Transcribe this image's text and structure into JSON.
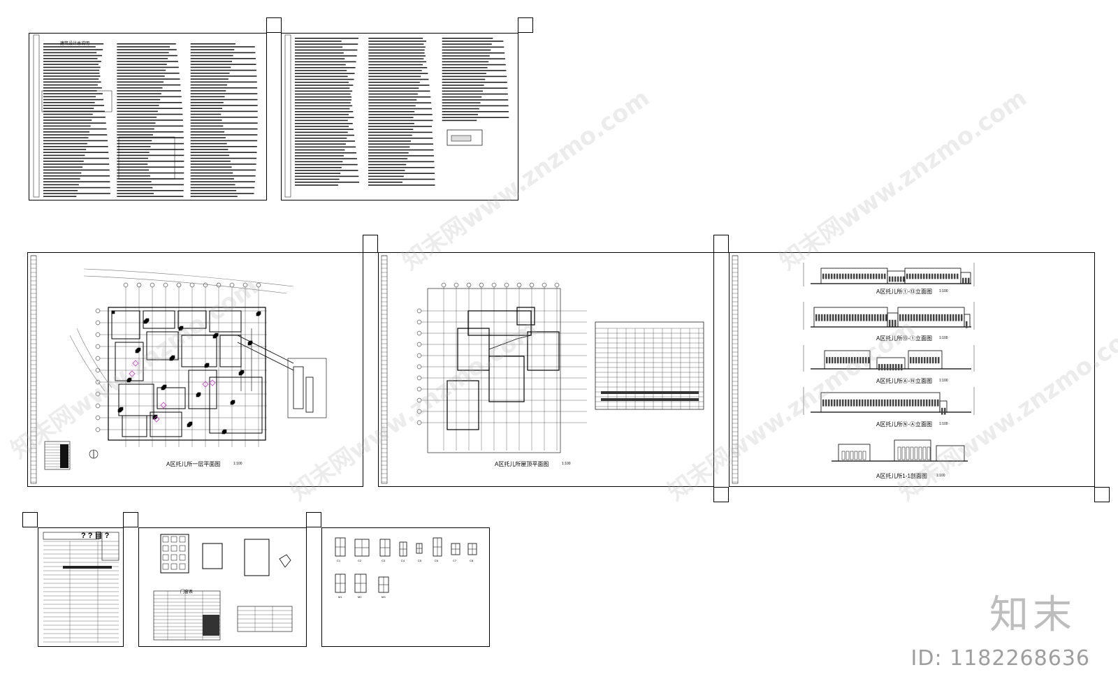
{
  "sheets": {
    "notes1": {
      "title": "建筑设计总说明"
    },
    "notes2": {
      "title": ""
    },
    "plan1": {
      "title": "A区托儿所一层平面图",
      "scale": "1:100"
    },
    "roof": {
      "title": "A区托儿所屋顶平面图",
      "scale": "1:100"
    },
    "elevations": {
      "items": [
        {
          "title": "A区托儿所①-⑬立面图",
          "scale": "1:100"
        },
        {
          "title": "A区托儿所⑬-①立面图",
          "scale": "1:100"
        },
        {
          "title": "A区托儿所Ⓐ-Ⓝ立面图",
          "scale": "1:100"
        },
        {
          "title": "A区托儿所Ⓝ-Ⓐ立面图",
          "scale": "1:100"
        },
        {
          "title": "A区托儿所1-1剖面图",
          "scale": "1:100"
        }
      ]
    },
    "cover": {
      "title": "? ? 目 ?"
    },
    "details": {
      "title": "门窗表"
    },
    "windows": {
      "labels": [
        "C1",
        "C2",
        "C3",
        "C4",
        "C5",
        "C6",
        "C7",
        "C8",
        "M1",
        "M2",
        "M3"
      ]
    }
  },
  "watermark": {
    "text": "知末网www.znzmo.com"
  },
  "brand": {
    "logo": "知末",
    "id": "ID: 1182268636"
  },
  "colors": {
    "line": "#000000",
    "accent": "#cc33cc",
    "watermark": "#bdbdbd"
  }
}
